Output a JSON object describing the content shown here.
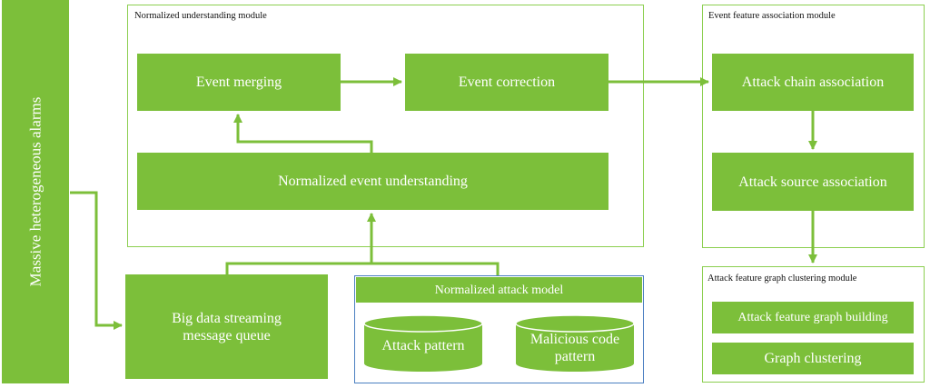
{
  "left_bar": {
    "label": "Massive heterogeneous alarms"
  },
  "normalized_understanding_module": {
    "title": "Normalized understanding module",
    "event_merging": "Event merging",
    "event_correction": "Event correction",
    "normalized_event_understanding": "Normalized event understanding"
  },
  "event_feature_association_module": {
    "title": "Event feature association module",
    "attack_chain_association": "Attack chain association",
    "attack_source_association": "Attack source association"
  },
  "attack_feature_graph_clustering_module": {
    "title": "Attack feature graph clustering module",
    "attack_feature_graph_building": "Attack feature graph building",
    "graph_clustering": "Graph clustering"
  },
  "big_data_queue": {
    "line1": "Big data streaming",
    "line2": "message queue"
  },
  "normalized_attack_model": {
    "title": "Normalized attack model",
    "attack_pattern": "Attack pattern",
    "malicious_code_line1": "Malicious code",
    "malicious_code_line2": "pattern"
  },
  "colors": {
    "green": "#7cbf3a",
    "module_border": "#8ccf50",
    "model_border": "#4a7fc1"
  }
}
